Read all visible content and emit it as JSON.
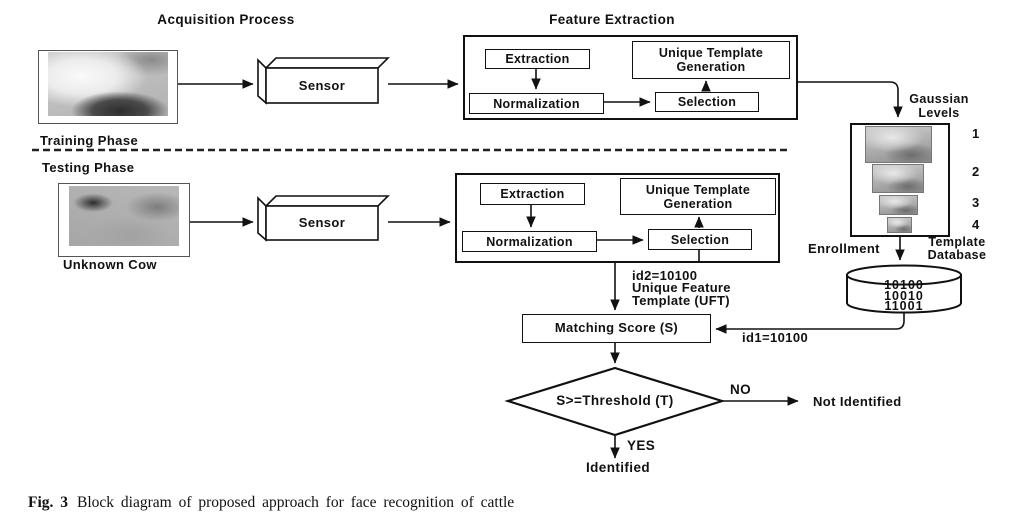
{
  "headers": {
    "acquisition_process": "Acquisition Process",
    "feature_extraction": "Feature Extraction"
  },
  "training": {
    "phase_label": "Training Phase",
    "sensor_label": "Sensor",
    "extraction": "Extraction",
    "normalization": "Normalization",
    "selection": "Selection",
    "unique_template_generation": "Unique Template Generation"
  },
  "testing": {
    "phase_label": "Testing Phase",
    "cow_caption": "Unknown Cow",
    "sensor_label": "Sensor",
    "extraction": "Extraction",
    "normalization": "Normalization",
    "selection": "Selection",
    "unique_template_generation": "Unique Template Generation"
  },
  "gaussian": {
    "label": "Gaussian Levels",
    "levels": [
      "1",
      "2",
      "3",
      "4"
    ]
  },
  "enrollment": {
    "enrollment_label": "Enrollment",
    "template_database_label": "Template Database"
  },
  "database": {
    "entries": [
      "10100",
      "10010",
      "11001"
    ],
    "id1_label": "id1=10100"
  },
  "uft": {
    "line1": "id2=10100",
    "line2": "Unique Feature",
    "line3": "Template (UFT)"
  },
  "matching": {
    "label": "Matching Score (S)"
  },
  "decision": {
    "condition": "S>=Threshold (T)",
    "no_label": "NO",
    "yes_label": "YES",
    "not_identified": "Not Identified",
    "identified": "Identified"
  },
  "caption": {
    "fig_label": "Fig. 3",
    "text": "Block diagram of proposed approach for face recognition of cattle"
  },
  "colors": {
    "line": "#111111",
    "background": "#ffffff"
  }
}
